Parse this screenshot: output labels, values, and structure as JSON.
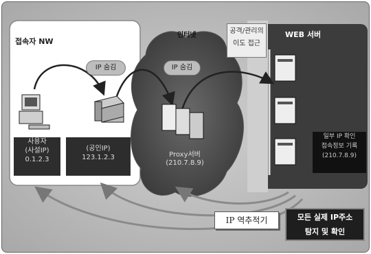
{
  "left_network": {
    "title": "접속자 NW"
  },
  "internet": {
    "title": "인터넷"
  },
  "web_server": {
    "title": "WEB 서버"
  },
  "ip_hide_badges": [
    "IP 숨김",
    "IP 숨김"
  ],
  "attack_note": {
    "line1": "공격/관리의",
    "line2": "이도 접근"
  },
  "private_ip": {
    "line1": "사용자",
    "line2": "(사설IP)",
    "line3": "0.1.2.3"
  },
  "public_ip": {
    "line1": "(공인IP)",
    "line2": "123.1.2.3"
  },
  "proxy": {
    "line1": "Proxy서버",
    "line2": "(210.7.8.9)"
  },
  "server_info": {
    "line1": "일부 IP 확인",
    "line2": "접속정보 기록",
    "line3": "(210.7.8.9)"
  },
  "trace_button": {
    "label": "IP 역추적기"
  },
  "result_box": {
    "line1": "모든 실제 IP주소",
    "line2": "탐지 및 확인"
  },
  "colors": {
    "dark": "#2d2d2d",
    "cloud": "#505050",
    "web_panel": "#3a3a3a",
    "background": "#b8b8b8"
  }
}
